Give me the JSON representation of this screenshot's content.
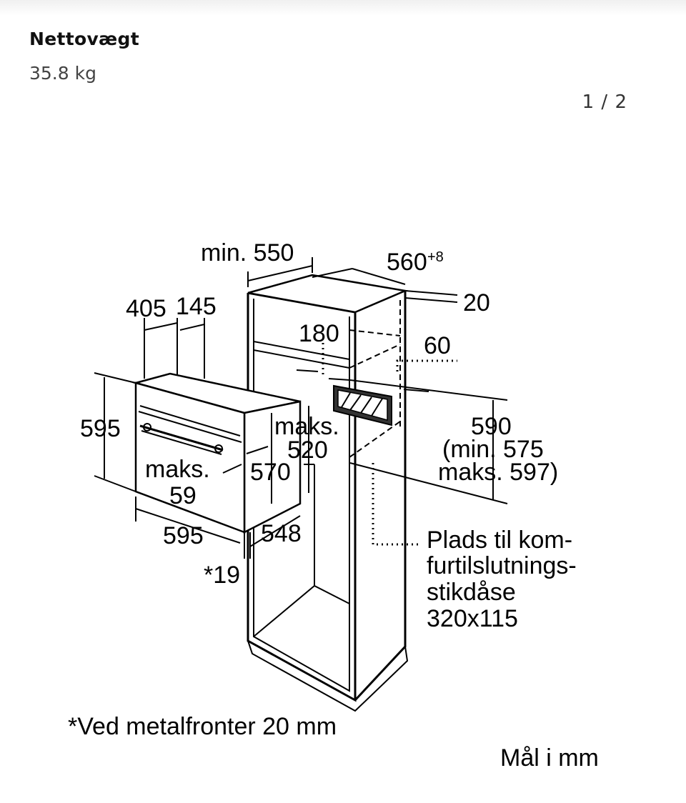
{
  "spec": {
    "label": "Nettovægt",
    "value": "35.8 kg"
  },
  "pager": "1 / 2",
  "drawing": {
    "labels": {
      "min_550": "min. 550",
      "w_560": "560",
      "w_560_sup": "+8",
      "d_20": "20",
      "d_405": "405",
      "d_145": "145",
      "d_180": "180",
      "d_60": "60",
      "h_595": "595",
      "maks_top": "maks.",
      "v_520": "520",
      "h_590": "590",
      "min_575": "(min. 575",
      "maks_597": "maks. 597)",
      "maks_left": "maks.",
      "v_59": "59",
      "h_570": "570",
      "w_595": "595",
      "d_548": "548",
      "star_19": "*19",
      "plads_1": "Plads til kom-",
      "plads_2": "furtilslutnings-",
      "plads_3": "stikdåse",
      "plads_4": "320x115",
      "footnote": "*Ved metalfronter 20 mm",
      "unit": "Mål i mm"
    }
  }
}
